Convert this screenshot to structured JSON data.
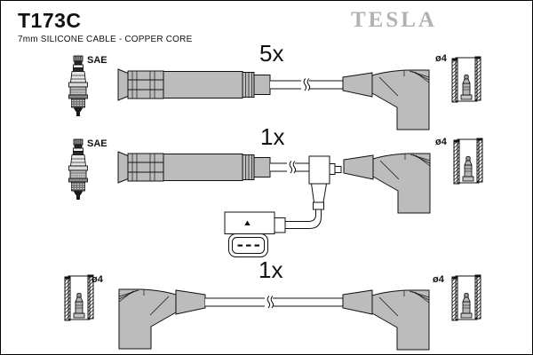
{
  "header": {
    "part_number": "T173C",
    "subtitle": "7mm SILICONE CABLE - COPPER CORE",
    "brand": "TESLA"
  },
  "colors": {
    "background": "#ffffff",
    "boot_fill": "#bcbcbc",
    "outline_color": "#111111",
    "brand_color": "#b2b2b2",
    "text_color": "#111111"
  },
  "rows": [
    {
      "id": "row-5x",
      "quantity": "5x",
      "plug_label": "SAE",
      "terminal_label": "ø4",
      "left_component": "straight-coil-boot",
      "right_component": "angled-boot",
      "left_end_icon": "spark-plug",
      "right_end_icon": "terminal-cross-section"
    },
    {
      "id": "row-1x-coil",
      "quantity": "1x",
      "plug_label": "SAE",
      "terminal_label": "ø4",
      "left_component": "straight-coil-boot",
      "middle_component": "coil-connector-block",
      "right_component": "angled-boot",
      "left_end_icon": "spark-plug",
      "right_end_icon": "terminal-cross-section"
    },
    {
      "id": "row-1x",
      "quantity": "1x",
      "terminal_label_left": "ø4",
      "terminal_label_right": "ø4",
      "left_component": "angled-boot",
      "right_component": "angled-boot",
      "left_end_icon": "terminal-cross-section",
      "right_end_icon": "terminal-cross-section"
    }
  ]
}
